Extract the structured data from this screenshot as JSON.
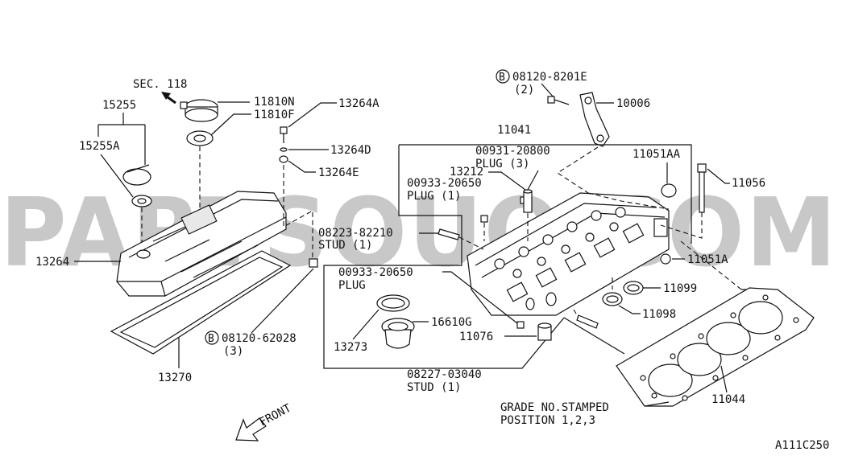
{
  "watermark": "PARTSOUQ.COM",
  "diagram_code": "A111C250",
  "section_ref": "SEC. 118",
  "front_label": "FRONT",
  "bolt_symbol": "B",
  "labels": {
    "p15255": "15255",
    "p15255A": "15255A",
    "p11810N": "11810N",
    "p11810F": "11810F",
    "p13264A": "13264A",
    "p13264D": "13264D",
    "p13264E": "13264E",
    "p13264": "13264",
    "p13270": "13270",
    "p08120_62028": "08120-62028",
    "p08120_62028_qty": "(3)",
    "p08120_8201E": "08120-8201E",
    "p08120_8201E_qty": "(2)",
    "p10006": "10006",
    "p11041": "11041",
    "p00931_20800": "00931-20800",
    "p00931_20800_desc": "PLUG (3)",
    "p13212": "13212",
    "p00933_20650a": "00933-20650",
    "p00933_20650a_desc": "PLUG (1)",
    "p08223_82210": "08223-82210",
    "p08223_82210_desc": "STUD (1)",
    "p00933_20650b": "00933-20650",
    "p00933_20650b_desc": "PLUG",
    "p11051AA": "11051AA",
    "p11056": "11056",
    "p11051A": "11051A",
    "p11099": "11099",
    "p11098": "11098",
    "p13273": "13273",
    "p16610G": "16610G",
    "p11076": "11076",
    "p08227_03040": "08227-03040",
    "p08227_03040_desc": "STUD (1)",
    "p11044": "11044",
    "grade_note_1": "GRADE NO.STAMPED",
    "grade_note_2": "POSITION 1,2,3"
  }
}
